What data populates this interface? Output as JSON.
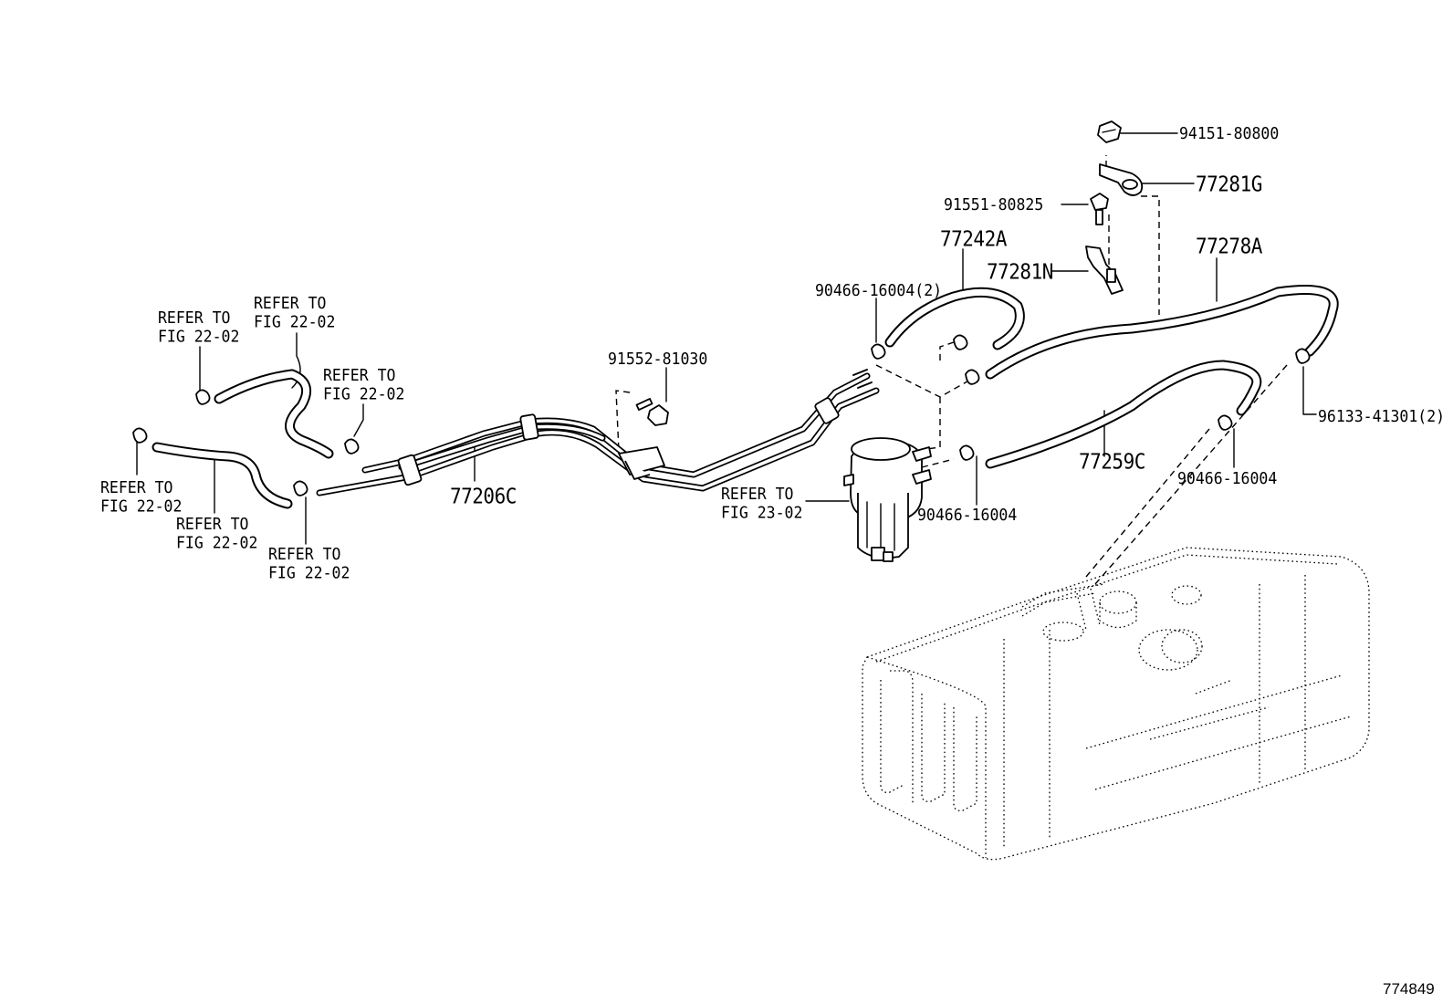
{
  "figure_id": "774849",
  "parts": {
    "nut": "94151-80800",
    "clamp_upper": "77281G",
    "bolt_upper": "91551-80825",
    "hose_a": "77242A",
    "bracket": "77281N",
    "hose_long": "77278A",
    "clip_a": "90466-16004(2)",
    "bolt_lower": "91552-81030",
    "pipe_assy": "77206C",
    "hose_c": "77259C",
    "clip_b": "96133-41301(2)",
    "clip_c": "90466-16004",
    "clip_d": "90466-16004"
  },
  "refer": {
    "line1": "REFER TO",
    "fig_22": "FIG 22-02",
    "fig_23": "FIG 23-02"
  }
}
